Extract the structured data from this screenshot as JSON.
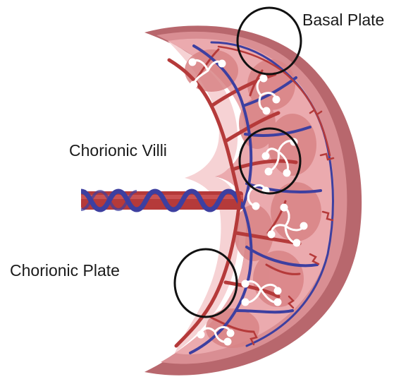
{
  "labels": {
    "basal_plate": "Basal Plate",
    "chorionic_villi": "Chorionic Villi",
    "chorionic_plate": "Chorionic Plate"
  },
  "colors": {
    "outer_rim": "#b8676d",
    "rim_light": "#d98e93",
    "body": "#ebaaae",
    "inner_pale": "#f6d2d4",
    "cotyledon": "#d98486",
    "artery": "#b53a3a",
    "vein": "#3d3fa0",
    "circle": "#111111"
  },
  "icons": {
    "umbilical_cord": "umbilical-cord-icon",
    "placenta": "placenta-cross-section-icon"
  }
}
